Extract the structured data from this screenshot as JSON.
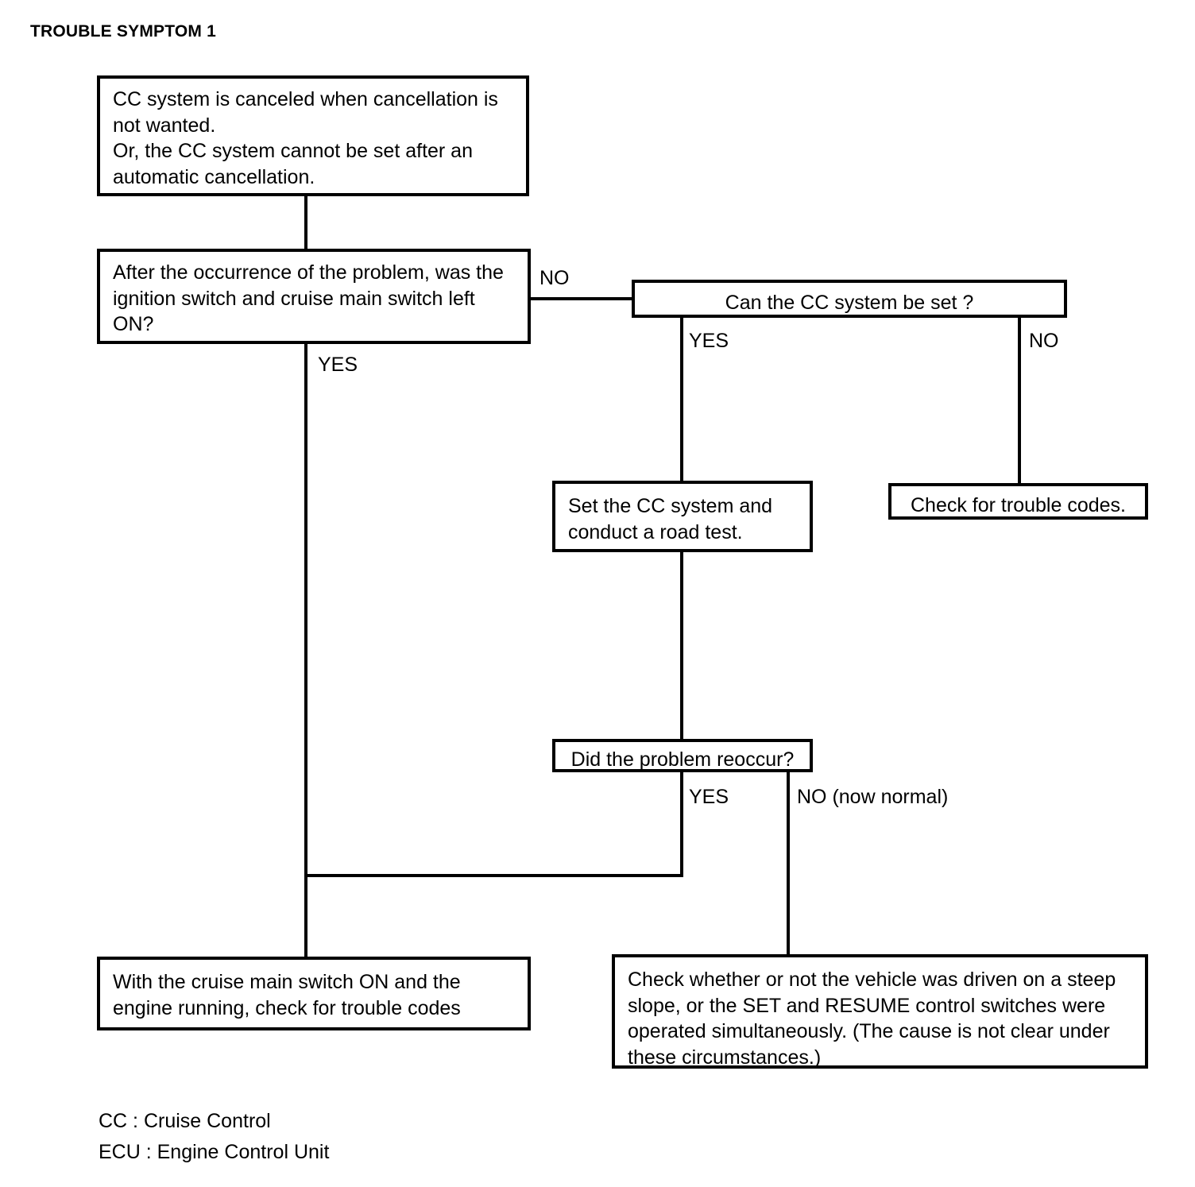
{
  "page": {
    "title": "TROUBLE SYMPTOM 1",
    "background_color": "#ffffff",
    "line_color": "#000000"
  },
  "chart_data": {
    "type": "diagram",
    "diagram_type": "flowchart",
    "title": "TROUBLE SYMPTOM 1",
    "nodes": [
      {
        "id": "start",
        "shape": "rect",
        "text": "CC system is canceled when cancellation is not wanted.\nOr, the CC system cannot be set after an automatic cancellation."
      },
      {
        "id": "q1",
        "shape": "rect",
        "text": "After the occurrence of the problem, was the ignition switch and cruise main switch left ON?"
      },
      {
        "id": "q2",
        "shape": "rect",
        "text": "Can the CC system be set ?"
      },
      {
        "id": "setcc",
        "shape": "rect",
        "text": "Set the CC system and conduct a road test."
      },
      {
        "id": "codes",
        "shape": "rect",
        "text": "Check for trouble codes."
      },
      {
        "id": "q3",
        "shape": "rect",
        "text": "Did the problem reoccur?"
      },
      {
        "id": "result1",
        "shape": "rect",
        "text": "With the cruise main switch ON and the engine running, check for trouble codes"
      },
      {
        "id": "result2",
        "shape": "rect",
        "text": "Check whether or not the vehicle was driven on a steep slope, or the SET and RESUME control switches were operated simultaneously. (The cause is not clear under these circumstances.)"
      }
    ],
    "edges": [
      {
        "from": "start",
        "to": "q1",
        "label": ""
      },
      {
        "from": "q1",
        "to": "q2",
        "label": "NO"
      },
      {
        "from": "q1",
        "to": "result1",
        "label": "YES"
      },
      {
        "from": "q2",
        "to": "setcc",
        "label": "YES"
      },
      {
        "from": "q2",
        "to": "codes",
        "label": "NO"
      },
      {
        "from": "setcc",
        "to": "q3",
        "label": ""
      },
      {
        "from": "q3",
        "to": "result1",
        "label": "YES"
      },
      {
        "from": "q3",
        "to": "result2",
        "label": "NO (now normal)"
      }
    ]
  },
  "nodes": {
    "start": {
      "text": "CC system is canceled when cancellation is\nnot wanted.\nOr, the CC system cannot be set after an\nautomatic cancellation."
    },
    "q1": {
      "text": "After the occurrence of the problem, was the\nignition switch and cruise main switch left\nON?"
    },
    "q2": {
      "text": "Can the CC system be set ?"
    },
    "setcc": {
      "text": "Set the CC system and\nconduct a road test."
    },
    "codes": {
      "text": "Check for trouble codes."
    },
    "q3": {
      "text": "Did the problem reoccur?"
    },
    "result1": {
      "text": "With the cruise main switch ON and the\nengine running, check for trouble codes"
    },
    "result2": {
      "text": "Check whether or not the vehicle was driven on a steep\nslope, or the SET and RESUME control switches were\noperated simultaneously. (The cause is not clear under\nthese circumstances.)"
    }
  },
  "edge_labels": {
    "q1_no": "NO",
    "q1_yes": "YES",
    "q2_yes": "YES",
    "q2_no": "NO",
    "q3_yes": "YES",
    "q3_no": "NO (now normal)"
  },
  "legend": {
    "text": "CC : Cruise Control\nECU : Engine Control Unit"
  }
}
